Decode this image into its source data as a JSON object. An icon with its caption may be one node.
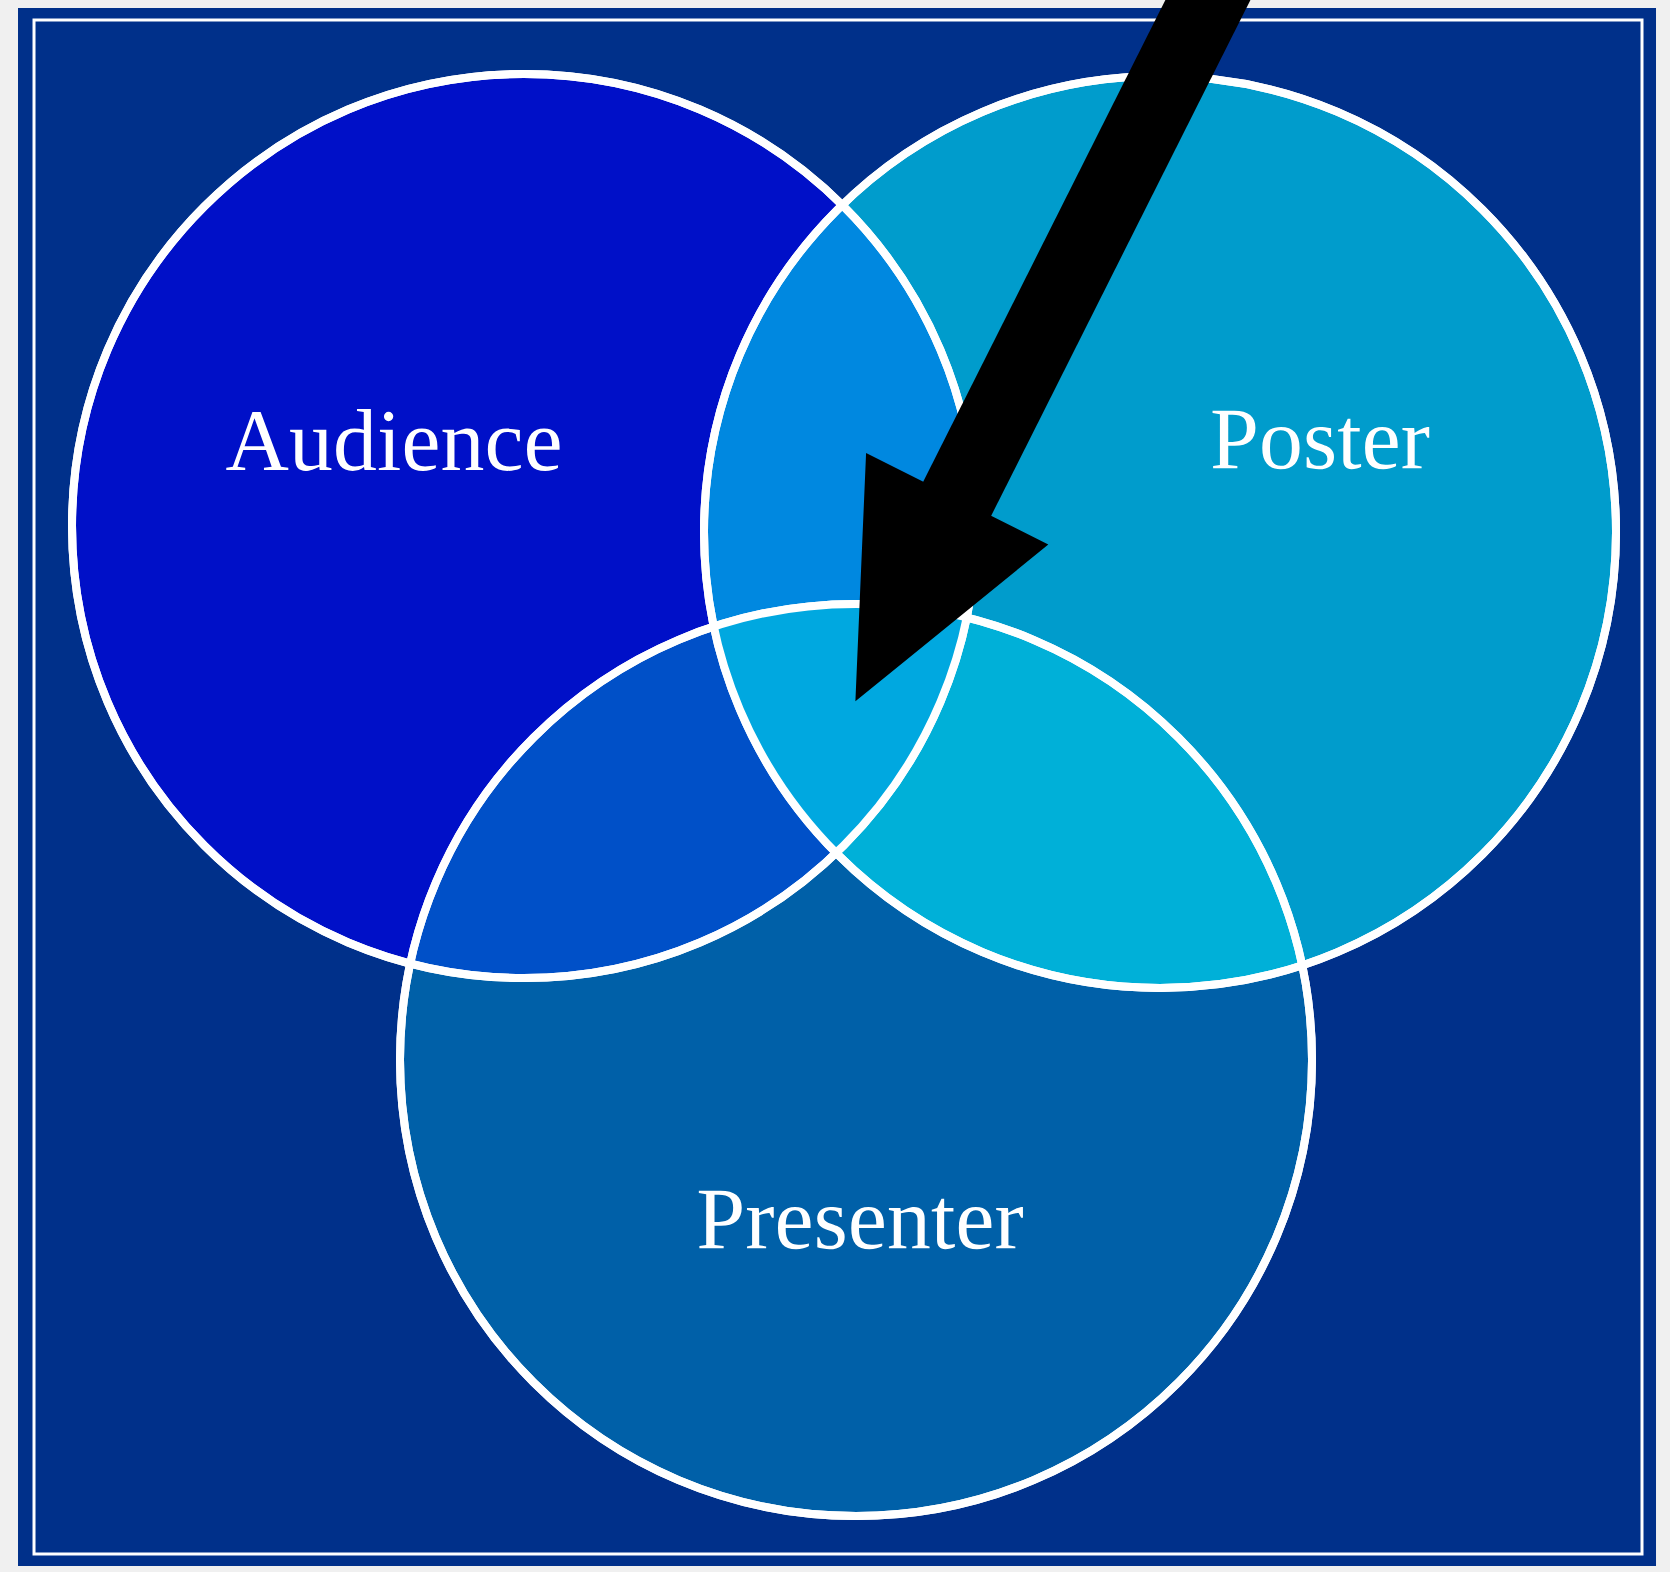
{
  "diagram": {
    "nodes": [
      {
        "text": [
          "Audience"
        ]
      },
      {
        "text": [
          "Poster"
        ]
      },
      {
        "text": [
          "Presenter"
        ]
      },
      {
        "text": [],
        "shape": "triangle"
      }
    ],
    "edges": [
      {
        "from": null,
        "to": 3,
        "arrow": "to"
      }
    ]
  }
}
